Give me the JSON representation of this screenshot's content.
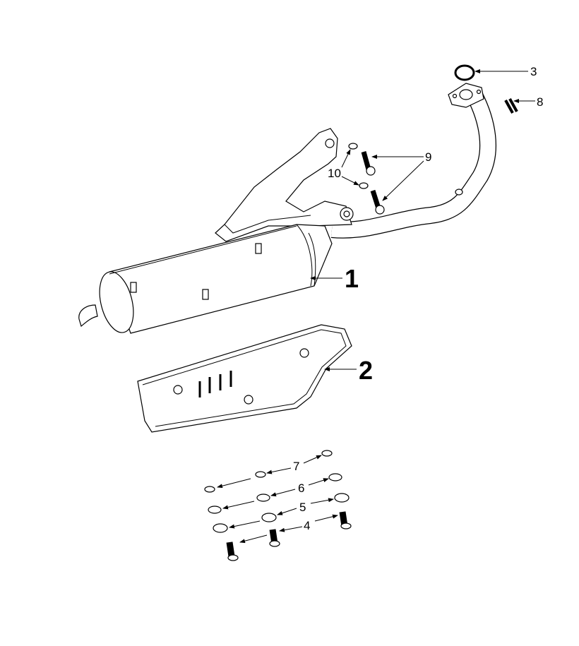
{
  "diagram": {
    "title_visible": false,
    "callouts": [
      {
        "id": "1",
        "label": "1"
      },
      {
        "id": "2",
        "label": "2"
      },
      {
        "id": "3",
        "label": "3"
      },
      {
        "id": "4",
        "label": "4"
      },
      {
        "id": "5",
        "label": "5"
      },
      {
        "id": "6",
        "label": "6"
      },
      {
        "id": "7",
        "label": "7"
      },
      {
        "id": "8",
        "label": "8"
      },
      {
        "id": "9",
        "label": "9"
      },
      {
        "id": "10",
        "label": "10"
      }
    ]
  }
}
